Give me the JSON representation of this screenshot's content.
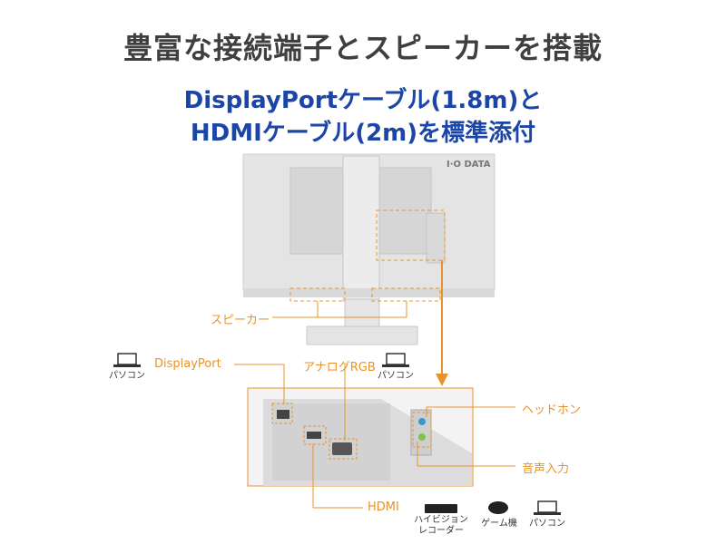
{
  "headline": "豊富な接続端子とスピーカーを搭載",
  "subline1": "DisplayPortケーブル(1.8m)と",
  "subline2": "HDMIケーブル(2m)を標準添付",
  "brand": "I·O DATA",
  "labels": {
    "speaker": "スピーカー",
    "displayport": "DisplayPort",
    "analog_rgb": "アナログRGB",
    "headphone": "ヘッドホン",
    "audio_in": "音声入力",
    "hdmi": "HDMI"
  },
  "devices": {
    "pc_left": "パソコン",
    "pc_mid": "パソコン",
    "hd_recorder_line1": "ハイビジョン",
    "hd_recorder_line2": "レコーダー",
    "game": "ゲーム機",
    "pc_right": "パソコン"
  },
  "colors": {
    "accent": "#e8932a",
    "blue": "#1b46a8",
    "title": "#3f3f3f"
  }
}
